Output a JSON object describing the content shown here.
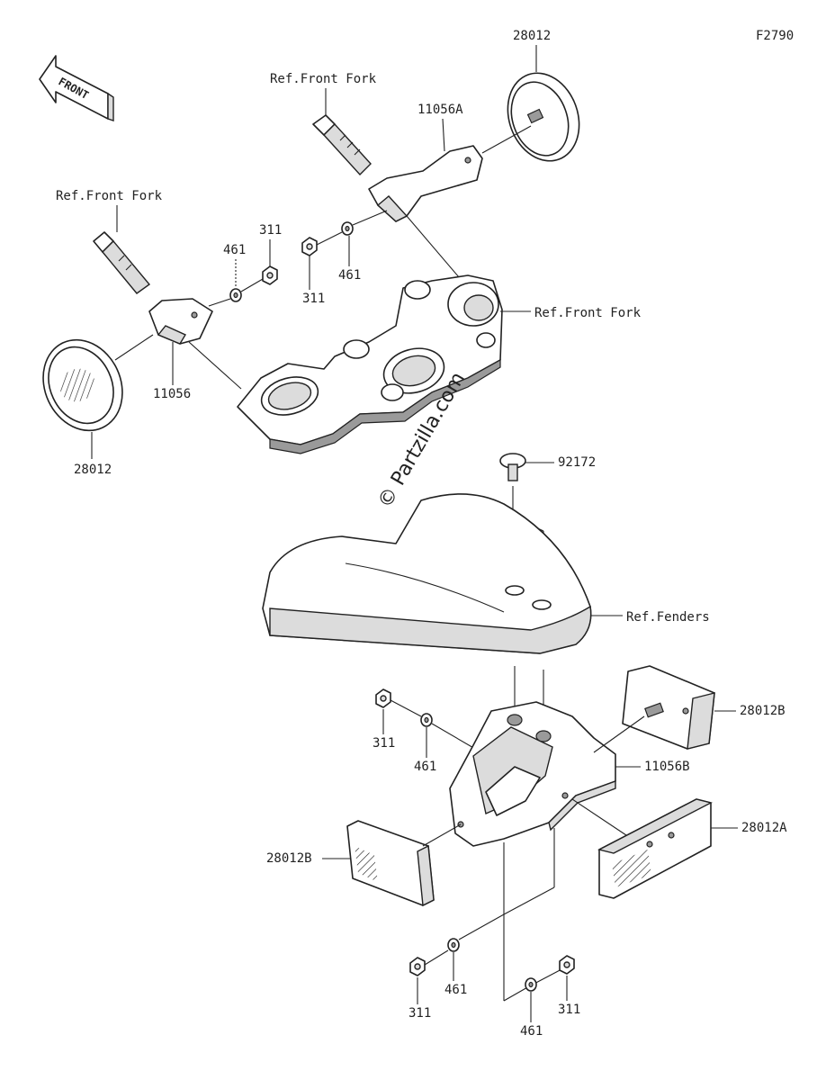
{
  "figure_code": "F2790",
  "front_label": "FRONT",
  "watermark": "© Partzilla.com",
  "callouts": {
    "reflector_top_right": "28012",
    "bracket_right": "11056A",
    "ref_front_fork_top": "Ref.Front Fork",
    "ref_front_fork_left": "Ref.Front Fork",
    "ref_front_fork_right": "Ref.Front Fork",
    "washer_left": "461",
    "nut_left": "311",
    "nut_center": "311",
    "washer_center": "461",
    "bracket_left": "11056",
    "reflector_left": "28012",
    "screw": "92172",
    "ref_fenders": "Ref.Fenders",
    "nut_rear_a": "311",
    "washer_rear_a": "461",
    "reflector_rear_b_right": "28012B",
    "bracket_rear": "11056B",
    "reflector_rear_a": "28012A",
    "reflector_rear_b_left": "28012B",
    "nut_bottom_left": "311",
    "washer_bottom_left": "461",
    "washer_bottom_right": "461",
    "nut_bottom_right": "311"
  }
}
